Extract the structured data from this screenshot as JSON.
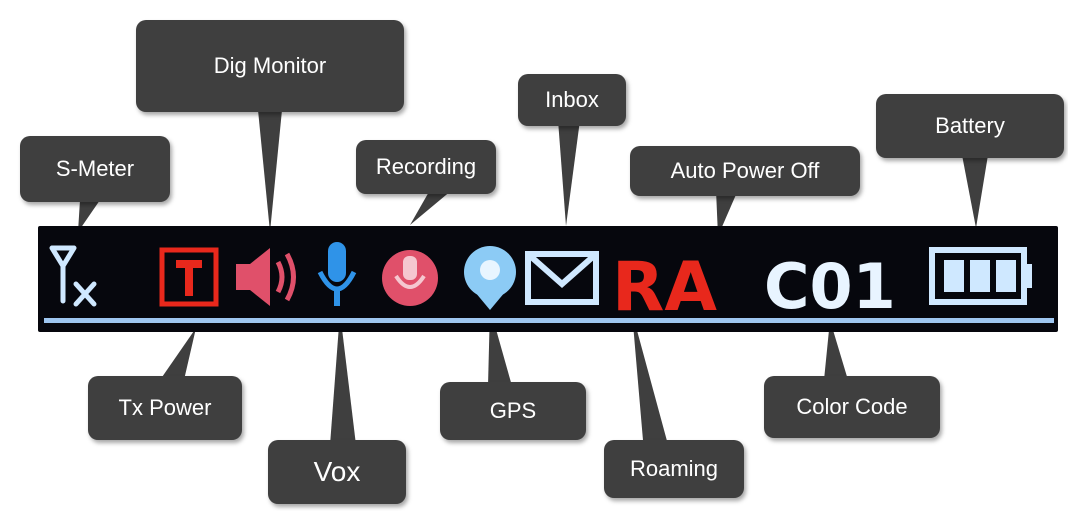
{
  "status_bar": {
    "background": "#06070d",
    "underline_color": "#9ec6f0",
    "icons": {
      "s_meter": "signal-antenna-icon",
      "tx_power": "tx-power-t-icon",
      "dig_monitor": "speaker-icon",
      "vox": "microphone-icon",
      "recording": "recording-icon",
      "gps": "gps-location-icon",
      "inbox": "envelope-icon",
      "battery": "battery-icon"
    },
    "icon_colors": {
      "white_blue": "#cfe8ff",
      "red": "#e8281c",
      "pink": "#e0506a",
      "blue": "#2f93e8",
      "light_blue": "#8ccbf5"
    },
    "tx_label": "T",
    "roaming_text": "RA",
    "color_code_text": "C01",
    "battery_level": 1.0
  },
  "callouts": {
    "s_meter": "S-Meter",
    "dig_monitor": "Dig Monitor",
    "recording": "Recording",
    "inbox": "Inbox",
    "auto_power_off": "Auto Power Off",
    "battery": "Battery",
    "tx_power": "Tx Power",
    "vox": "Vox",
    "gps": "GPS",
    "roaming": "Roaming",
    "color_code": "Color Code"
  }
}
